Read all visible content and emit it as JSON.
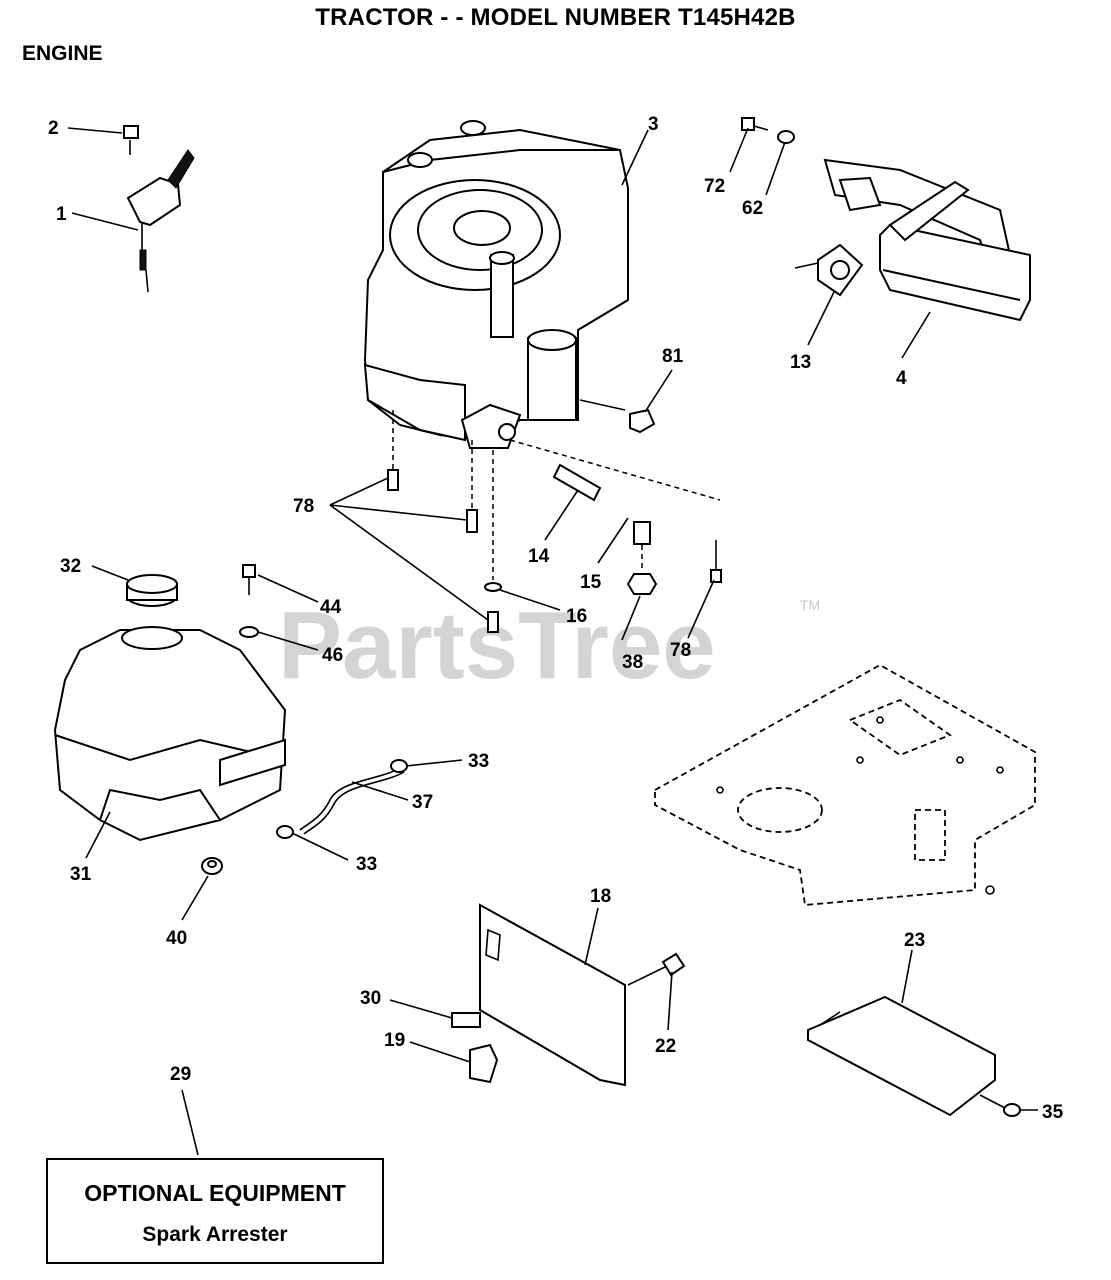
{
  "header": {
    "title": "TRACTOR - - MODEL NUMBER T145H42B",
    "section": "ENGINE"
  },
  "watermark": {
    "text": "PartsTree",
    "tm": "TM"
  },
  "callouts": [
    "1",
    "2",
    "3",
    "72",
    "62",
    "13",
    "4",
    "81",
    "78",
    "14",
    "15",
    "16",
    "38",
    "78",
    "32",
    "44",
    "46",
    "33",
    "37",
    "33",
    "31",
    "40",
    "18",
    "22",
    "30",
    "19",
    "23",
    "35",
    "29"
  ],
  "optional_box": {
    "title": "OPTIONAL EQUIPMENT",
    "item": "Spark Arrester"
  }
}
